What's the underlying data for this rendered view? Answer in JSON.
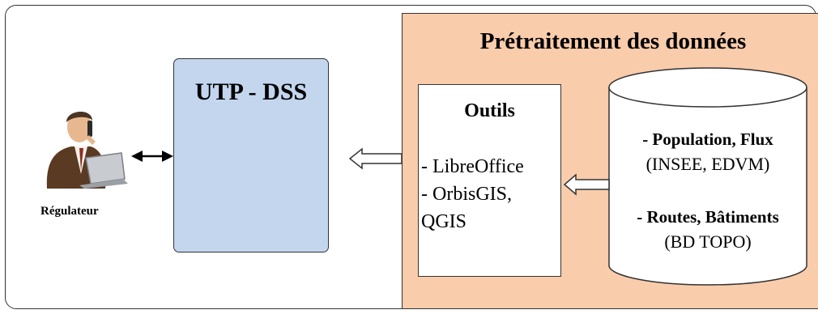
{
  "prep": {
    "title": "Prétraitement des données"
  },
  "dss": {
    "title": "UTP - DSS"
  },
  "tools": {
    "title": "Outils",
    "line1": "- LibreOffice",
    "line2": "- OrbisGIS,",
    "line3": "QGIS"
  },
  "user": {
    "label": "Régulateur",
    "icon": "person-at-laptop-icon"
  },
  "data": {
    "population_label": "- Population, Flux",
    "population_source": "(INSEE, EDVM)",
    "roads_label": "- Routes, Bâtiments",
    "roads_source": "(BD TOPO)"
  },
  "colors": {
    "panel_fill": "#f9ccab",
    "dss_fill": "#c3d6ee",
    "stroke": "#333333"
  }
}
